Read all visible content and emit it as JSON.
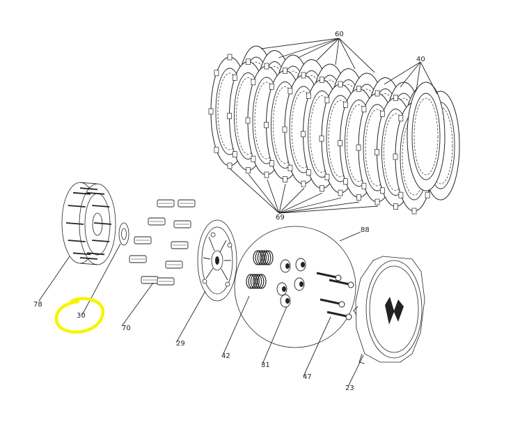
{
  "diagram": {
    "labels": {
      "friction_plates": "60",
      "steel_plates": "40",
      "plate_bottom": "69",
      "spring_kit": "88",
      "basket": "78",
      "washer": "30",
      "damper_rubbers": "70",
      "pressure_plate": "29",
      "springs": "42",
      "spring_cups": "31",
      "bolts": "47",
      "cover": "23"
    },
    "highlight": {
      "target": "30",
      "color": "#f5f500"
    }
  }
}
